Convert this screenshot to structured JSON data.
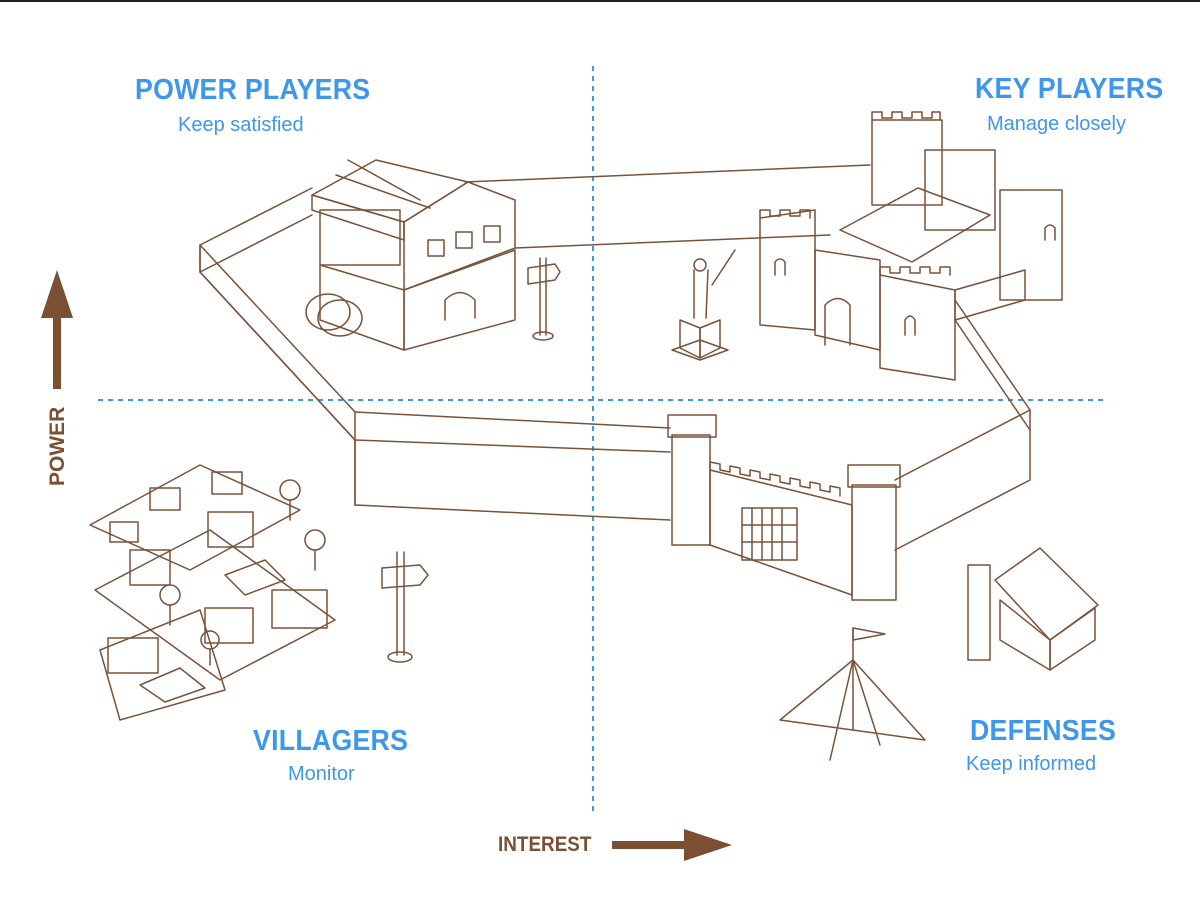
{
  "quadrants": {
    "power_players": {
      "title": "POWER PLAYERS",
      "subtitle": "Keep satisfied"
    },
    "key_players": {
      "title": "KEY PLAYERS",
      "subtitle": "Manage closely"
    },
    "villagers": {
      "title": "VILLAGERS",
      "subtitle": "Monitor"
    },
    "defenses": {
      "title": "DEFENSES",
      "subtitle": "Keep informed"
    }
  },
  "axes": {
    "x_label": "INTEREST",
    "y_label": "POWER"
  },
  "colors": {
    "quadrant_text": "#3d97ea",
    "axis_brown": "#7b4f32",
    "divider_blue": "#3d97ea",
    "drawing_line": "#7a5238"
  },
  "icons": [
    "arrow-up-icon",
    "arrow-right-icon",
    "watchtower-house-icon",
    "castle-icon",
    "village-icon",
    "gate-icon",
    "tent-icon",
    "stone-hut-icon",
    "signpost-icon",
    "statue-icon"
  ]
}
